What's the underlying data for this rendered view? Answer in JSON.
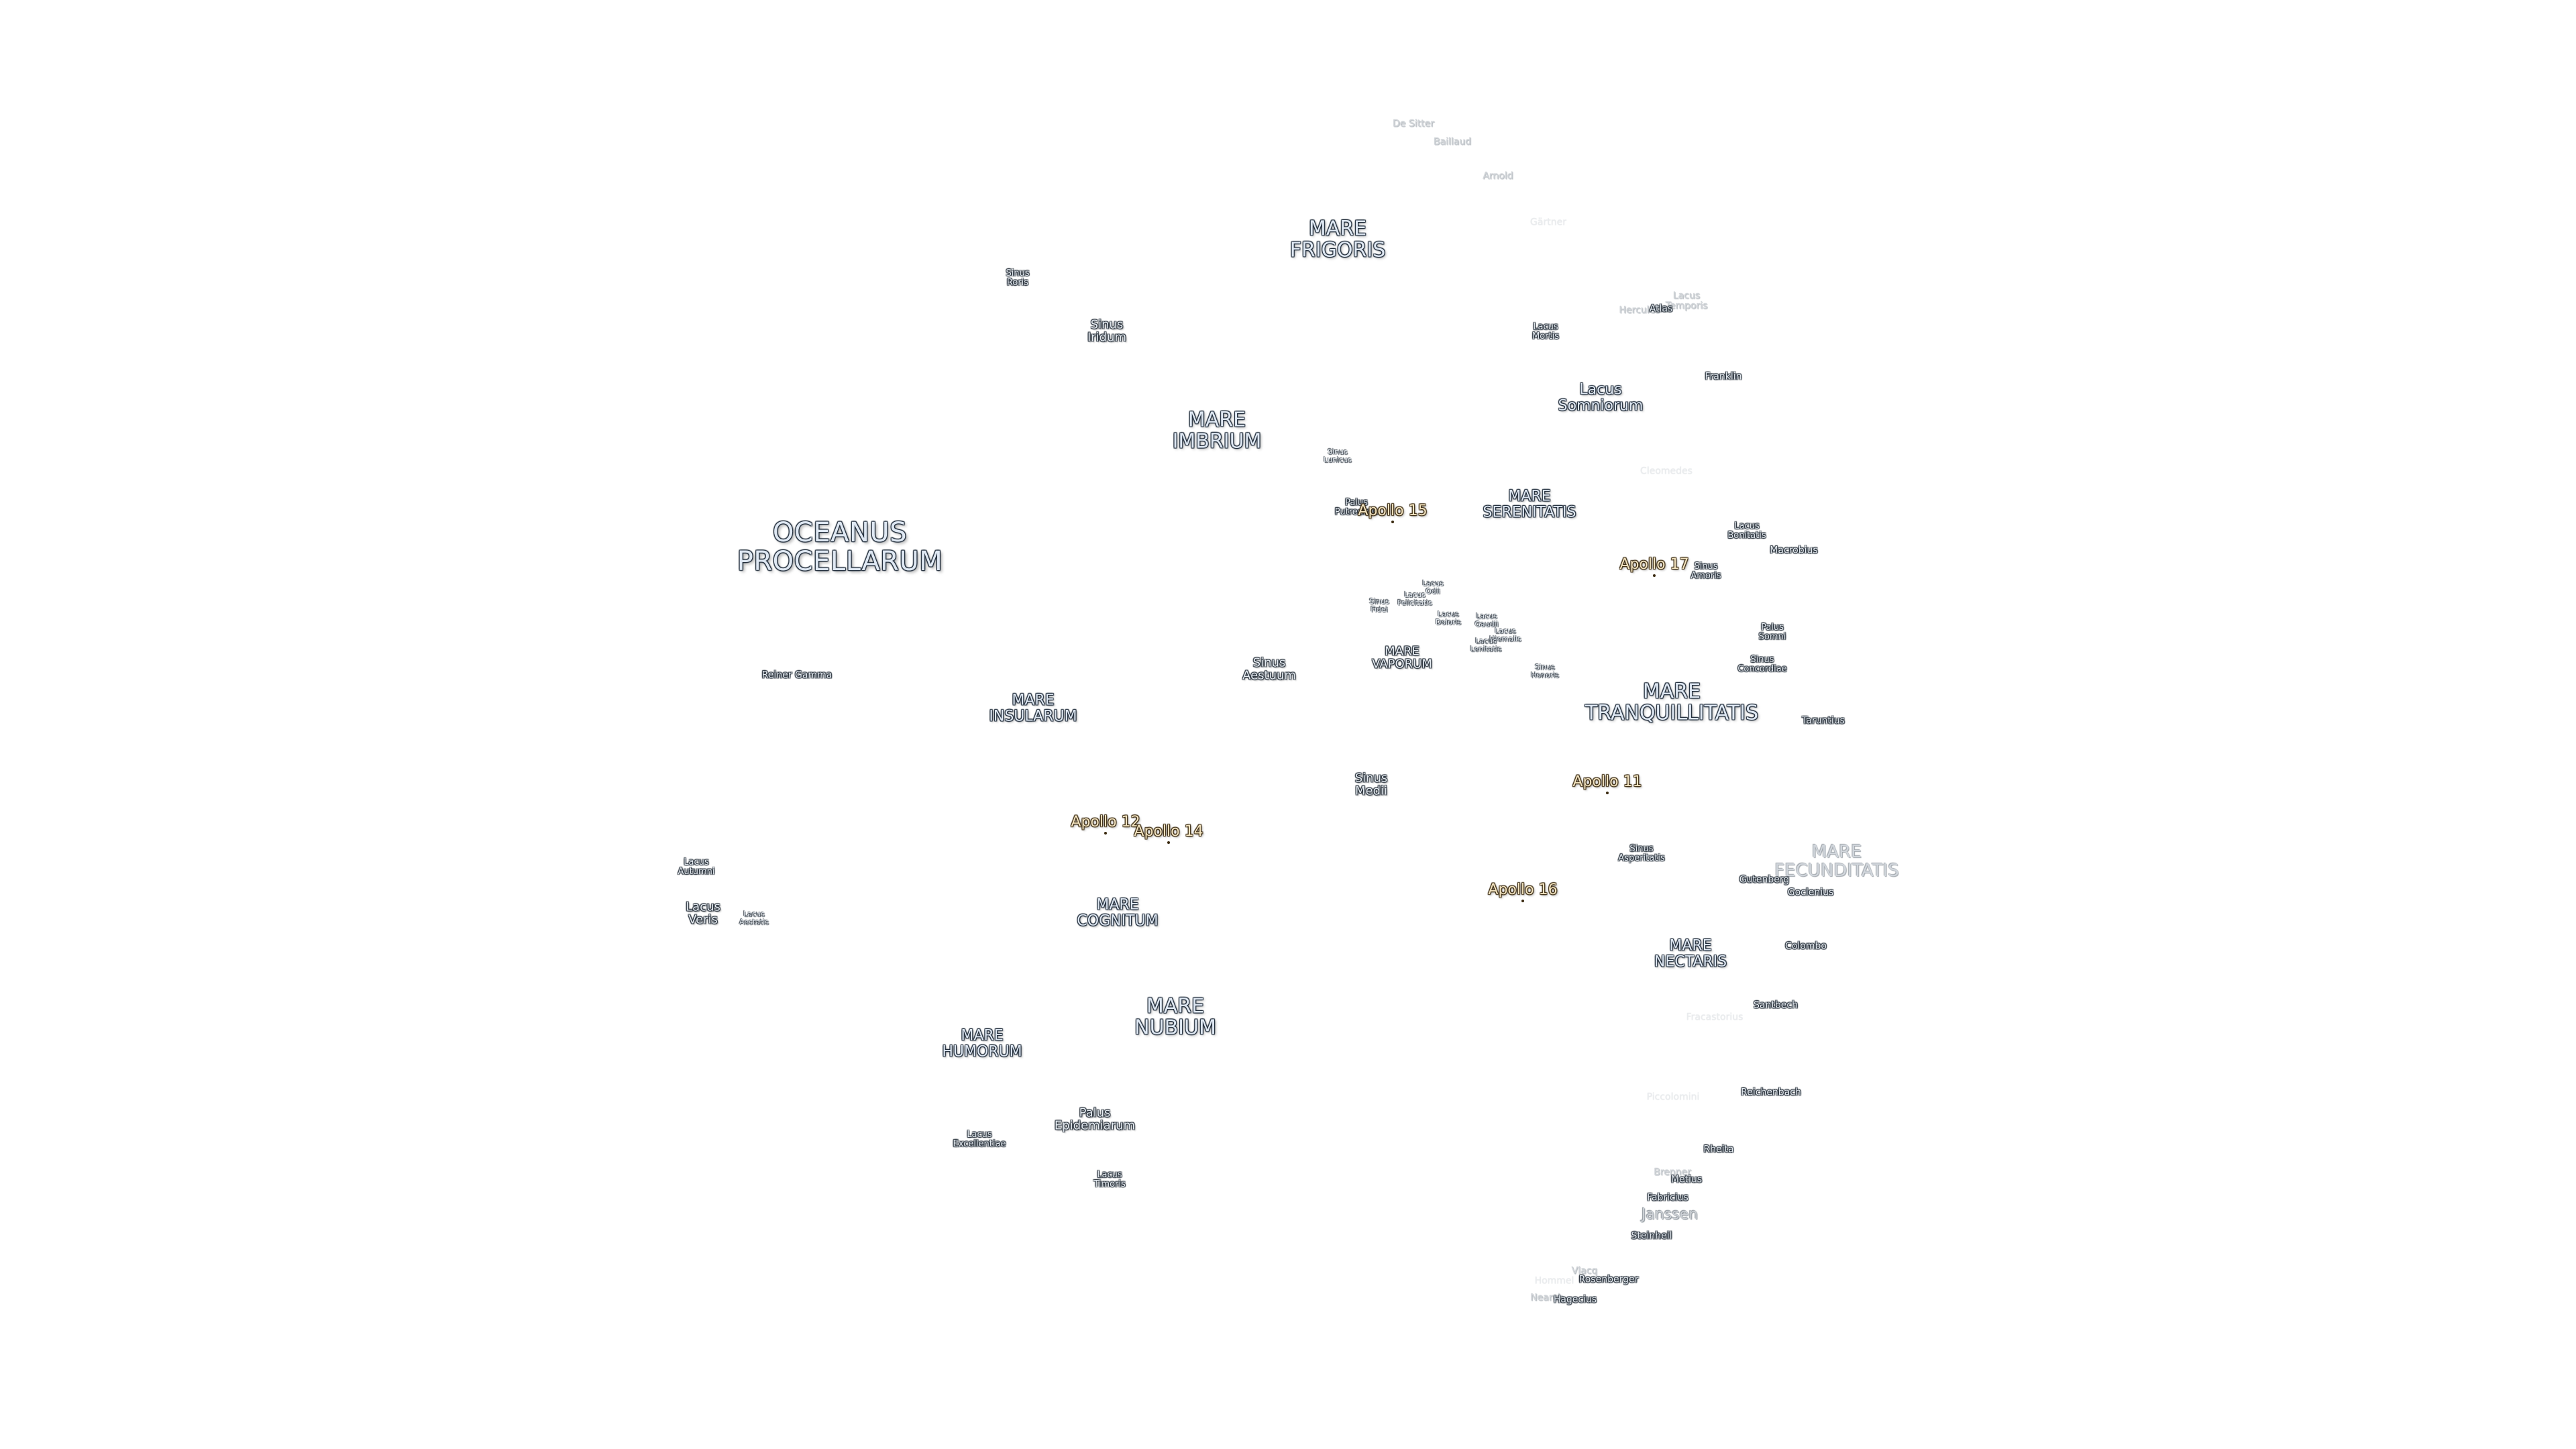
{
  "features": [
    {
      "id": "oceanus-procellarum",
      "lines": [
        "OCEANUS",
        "PROCELLARUM"
      ],
      "style": "ocean"
    },
    {
      "id": "mare-frigoris",
      "lines": [
        "MARE",
        "FRIGORIS"
      ],
      "style": "mare-lg"
    },
    {
      "id": "mare-imbrium",
      "lines": [
        "MARE",
        "IMBRIUM"
      ],
      "style": "mare-lg"
    },
    {
      "id": "mare-serenitatis",
      "lines": [
        "MARE",
        "SERENITATIS"
      ],
      "style": "mare-md"
    },
    {
      "id": "mare-tranquillitatis",
      "lines": [
        "MARE",
        "TRANQUILLITATIS"
      ],
      "style": "mare-lg"
    },
    {
      "id": "mare-fecunditatis",
      "lines": [
        "MARE",
        "FECUNDITATIS"
      ],
      "style": "mare-faded"
    },
    {
      "id": "mare-insularum",
      "lines": [
        "MARE",
        "INSULARUM"
      ],
      "style": "mare-md"
    },
    {
      "id": "mare-cognitum",
      "lines": [
        "MARE",
        "COGNITUM"
      ],
      "style": "mare-md"
    },
    {
      "id": "mare-nubium",
      "lines": [
        "MARE",
        "NUBIUM"
      ],
      "style": "mare-lg"
    },
    {
      "id": "mare-humorum",
      "lines": [
        "MARE",
        "HUMORUM"
      ],
      "style": "mare-md"
    },
    {
      "id": "mare-nectaris",
      "lines": [
        "MARE",
        "NECTARIS"
      ],
      "style": "mare-md"
    },
    {
      "id": "mare-vaporum",
      "lines": [
        "MARE",
        "VAPORUM"
      ],
      "style": "feat"
    },
    {
      "id": "sinus-roris",
      "lines": [
        "Sinus",
        "Roris"
      ],
      "style": "feat-sm"
    },
    {
      "id": "sinus-iridum",
      "lines": [
        "Sinus",
        "Iridum"
      ],
      "style": "feat"
    },
    {
      "id": "lacus-mortis",
      "lines": [
        "Lacus",
        "Mortis"
      ],
      "style": "feat-sm"
    },
    {
      "id": "lacus-somniorum",
      "lines": [
        "Lacus",
        "Somniorum"
      ],
      "style": "mare-md"
    },
    {
      "id": "lacus-temporis",
      "lines": [
        "Lacus",
        "Temporis"
      ],
      "style": "crater-faded"
    },
    {
      "id": "sinus-lunicus",
      "lines": [
        "Sinus",
        "Lunicus"
      ],
      "style": "feat-xs"
    },
    {
      "id": "palus-putredinis",
      "lines": [
        "Palus",
        "Putredinis"
      ],
      "style": "feat-sm"
    },
    {
      "id": "lacus-bonitatis",
      "lines": [
        "Lacus",
        "Bonitatis"
      ],
      "style": "feat-sm"
    },
    {
      "id": "sinus-amoris",
      "lines": [
        "Sinus",
        "Amoris"
      ],
      "style": "feat-sm"
    },
    {
      "id": "sinus-fidei",
      "lines": [
        "Sinus",
        "Fidei"
      ],
      "style": "feat-xs"
    },
    {
      "id": "lacus-felicitatis",
      "lines": [
        "Lacus",
        "Felicitatis"
      ],
      "style": "feat-xs"
    },
    {
      "id": "lacus-odii",
      "lines": [
        "Lacus",
        "Odii"
      ],
      "style": "feat-xs"
    },
    {
      "id": "lacus-doloris",
      "lines": [
        "Lacus",
        "Doloris"
      ],
      "style": "feat-xs"
    },
    {
      "id": "lacus-gaudii",
      "lines": [
        "Lacus",
        "Gaudii"
      ],
      "style": "feat-xs"
    },
    {
      "id": "lacus-hiemalis",
      "lines": [
        "Lacus",
        "Hiemalis"
      ],
      "style": "feat-xs"
    },
    {
      "id": "lacus-lenitatis",
      "lines": [
        "Lacus",
        "Lenitatis"
      ],
      "style": "feat-xs"
    },
    {
      "id": "sinus-honoris",
      "lines": [
        "Sinus",
        "Honoris"
      ],
      "style": "feat-xs"
    },
    {
      "id": "palus-somni",
      "lines": [
        "Palus",
        "Somni"
      ],
      "style": "feat-sm"
    },
    {
      "id": "sinus-concordiae",
      "lines": [
        "Sinus",
        "Concordiae"
      ],
      "style": "feat-sm"
    },
    {
      "id": "sinus-aestuum",
      "lines": [
        "Sinus",
        "Aestuum"
      ],
      "style": "feat"
    },
    {
      "id": "sinus-medii",
      "lines": [
        "Sinus",
        "Medii"
      ],
      "style": "feat"
    },
    {
      "id": "sinus-asperitatis",
      "lines": [
        "Sinus",
        "Asperitatis"
      ],
      "style": "feat-sm"
    },
    {
      "id": "lacus-autumni",
      "lines": [
        "Lacus",
        "Autumni"
      ],
      "style": "feat-sm"
    },
    {
      "id": "lacus-veris",
      "lines": [
        "Lacus",
        "Veris"
      ],
      "style": "feat"
    },
    {
      "id": "lacus-aestatis",
      "lines": [
        "Lacus",
        "Aestatis"
      ],
      "style": "feat-xs"
    },
    {
      "id": "palus-epidemiarum",
      "lines": [
        "Palus",
        "Epidemiarum"
      ],
      "style": "feat"
    },
    {
      "id": "lacus-excellentiae",
      "lines": [
        "Lacus",
        "Excellentiae"
      ],
      "style": "feat-sm"
    },
    {
      "id": "lacus-timoris",
      "lines": [
        "Lacus",
        "Timoris"
      ],
      "style": "feat-sm"
    },
    {
      "id": "reiner-gamma",
      "lines": [
        "Reiner Gamma"
      ],
      "style": "crater"
    },
    {
      "id": "de-sitter",
      "lines": [
        "De Sitter"
      ],
      "style": "crater-faded"
    },
    {
      "id": "bailly",
      "lines": [
        "Baillaud"
      ],
      "style": "crater-faded"
    },
    {
      "id": "arnold",
      "lines": [
        "Arnold"
      ],
      "style": "crater-faded"
    },
    {
      "id": "gaertner",
      "lines": [
        "Gärtner"
      ],
      "style": "crater-ghost"
    },
    {
      "id": "hercules",
      "lines": [
        "Hercules"
      ],
      "style": "crater-faded"
    },
    {
      "id": "atlas",
      "lines": [
        "Atlas"
      ],
      "style": "crater"
    },
    {
      "id": "franklin",
      "lines": [
        "Franklin"
      ],
      "style": "crater"
    },
    {
      "id": "cleomedes",
      "lines": [
        "Cleomedes"
      ],
      "style": "crater-ghost"
    },
    {
      "id": "macrobius",
      "lines": [
        "Macrobius"
      ],
      "style": "crater"
    },
    {
      "id": "taruntius",
      "lines": [
        "Taruntius"
      ],
      "style": "crater"
    },
    {
      "id": "gutenberg",
      "lines": [
        "Gutenberg"
      ],
      "style": "crater"
    },
    {
      "id": "goclenius",
      "lines": [
        "Goclenius"
      ],
      "style": "crater"
    },
    {
      "id": "colombo",
      "lines": [
        "Colombo"
      ],
      "style": "crater"
    },
    {
      "id": "piccolomini-ghost",
      "lines": [
        "Fracastorius"
      ],
      "style": "crater-ghost"
    },
    {
      "id": "santbech",
      "lines": [
        "Santbech"
      ],
      "style": "crater"
    },
    {
      "id": "piccolomini",
      "lines": [
        "Piccolomini"
      ],
      "style": "crater-ghost"
    },
    {
      "id": "reichenbach",
      "lines": [
        "Reichenbach"
      ],
      "style": "crater"
    },
    {
      "id": "rheita",
      "lines": [
        "Rheita"
      ],
      "style": "crater"
    },
    {
      "id": "brenner",
      "lines": [
        "Brenner"
      ],
      "style": "crater-faded"
    },
    {
      "id": "metius",
      "lines": [
        "Metius"
      ],
      "style": "crater"
    },
    {
      "id": "fabricius",
      "lines": [
        "Fabricius"
      ],
      "style": "crater"
    },
    {
      "id": "janssen",
      "lines": [
        "Janssen"
      ],
      "style": "crater-lg-faded"
    },
    {
      "id": "steinheil",
      "lines": [
        "Steinheil"
      ],
      "style": "crater"
    },
    {
      "id": "vlacq",
      "lines": [
        "Vlacq"
      ],
      "style": "crater-faded"
    },
    {
      "id": "rosenberger",
      "lines": [
        "Rosenberger"
      ],
      "style": "crater"
    },
    {
      "id": "hommel",
      "lines": [
        "Hommel"
      ],
      "style": "crater-ghost"
    },
    {
      "id": "nearch",
      "lines": [
        "Nearch"
      ],
      "style": "crater-faded"
    },
    {
      "id": "hagecius",
      "lines": [
        "Hagecius"
      ],
      "style": "crater"
    }
  ],
  "missions": [
    {
      "id": "apollo-11",
      "label": "Apollo 11"
    },
    {
      "id": "apollo-12",
      "label": "Apollo 12"
    },
    {
      "id": "apollo-14",
      "label": "Apollo 14"
    },
    {
      "id": "apollo-15",
      "label": "Apollo 15"
    },
    {
      "id": "apollo-16",
      "label": "Apollo 16"
    },
    {
      "id": "apollo-17",
      "label": "Apollo 17"
    }
  ]
}
